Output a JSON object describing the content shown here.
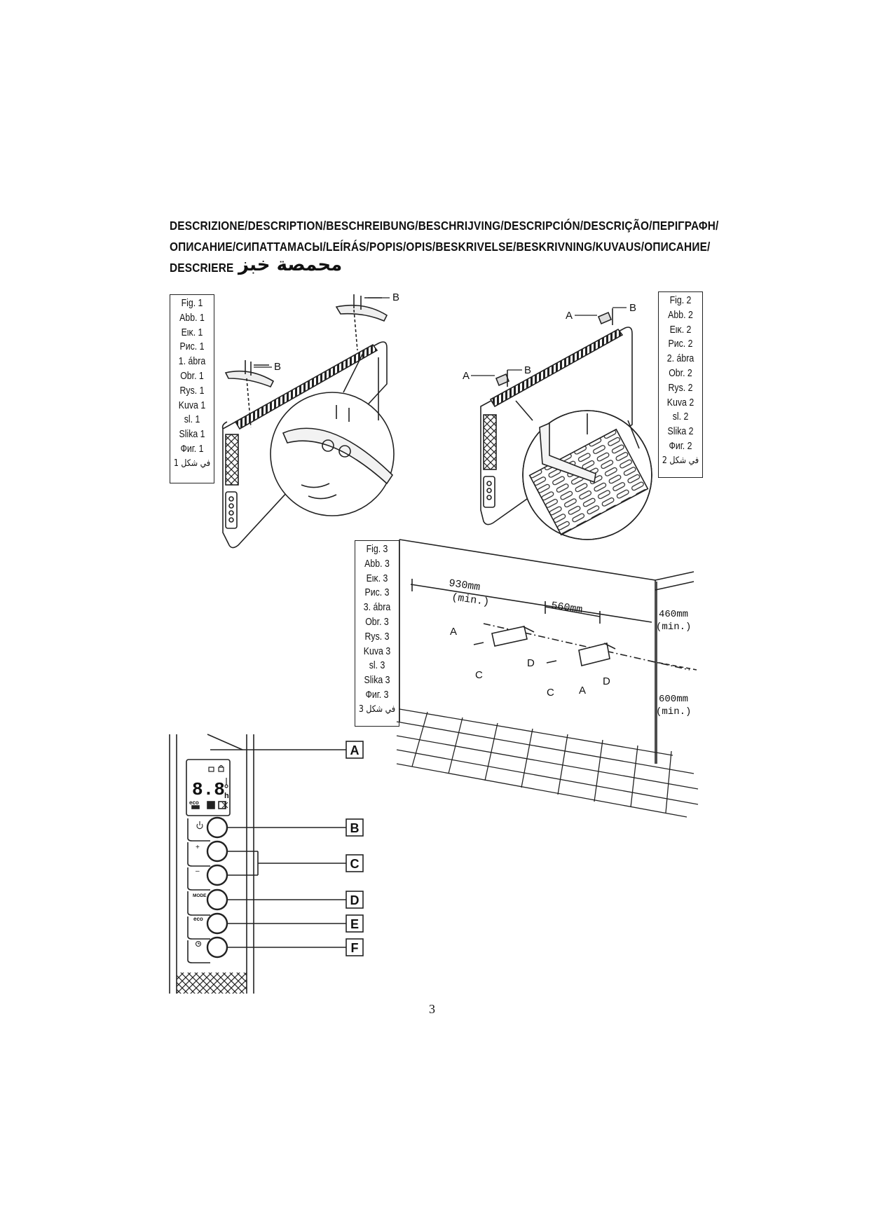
{
  "heading": {
    "line1": "DESCRIZIONE/DESCRIPTION/BESCHREIBUNG/BESCHRIJVING/DESCRIPCIÓN/DESCRIÇÃO/ΠΕΡΙΓΡΑΦΗ/",
    "line2": "ОПИСАНИЕ/СИПАТТАМАСЫ/LEÍRÁS/POPIS/OPIS/BESKRIVELSE/BESKRIVNING/KUVAUS/ОПИСАНИЕ/",
    "line3": "DESCRIERE",
    "arabic": "محمصة خبز"
  },
  "fig1": {
    "lines": [
      "Fig. 1",
      "Abb. 1",
      "Εικ. 1",
      "Рис. 1",
      "1. ábra",
      "Obr. 1",
      "Rys. 1",
      "Kuva 1",
      "sl. 1",
      "Slika 1",
      "Фиг. 1"
    ],
    "arabic": "في شكل 1"
  },
  "fig2": {
    "lines": [
      "Fig. 2",
      "Abb. 2",
      "Εικ. 2",
      "Рис. 2",
      "2. ábra",
      "Obr. 2",
      "Rys. 2",
      "Kuva 2",
      "sl. 2",
      "Slika 2",
      "Фиг. 2"
    ],
    "arabic": "في شكل 2"
  },
  "fig3": {
    "lines": [
      "Fig. 3",
      "Abb. 3",
      "Εικ. 3",
      "Рис. 3",
      "3. ábra",
      "Obr. 3",
      "Rys. 3",
      "Kuva 3",
      "sl. 3",
      "Slika 3",
      "Фиг. 3"
    ],
    "arabic": "في شكل 3"
  },
  "fig1_labels": {
    "b_top": "B",
    "b_left": "B"
  },
  "fig2_labels": {
    "a_top": "A",
    "b_top": "B",
    "a_left": "A",
    "b_left": "B"
  },
  "fig3_labels": {
    "dim_930": "930mm",
    "dim_930_min": "(min.)",
    "dim_560": "560mm",
    "dim_460": "460mm",
    "dim_460_min": "(min.)",
    "dim_600": "600mm",
    "dim_600_min": "(min.)",
    "a1": "A",
    "c1": "C",
    "d1": "D",
    "c2": "C",
    "a2": "A",
    "d2": "D"
  },
  "panel": {
    "display": "8.8",
    "eco_small": "eco",
    "h_small": "h",
    "mode_small": "MODE",
    "eco_btn": "eco",
    "plus": "+",
    "minus": "–",
    "callouts": [
      "A",
      "B",
      "C",
      "D",
      "E",
      "F"
    ]
  },
  "page_number": "3"
}
